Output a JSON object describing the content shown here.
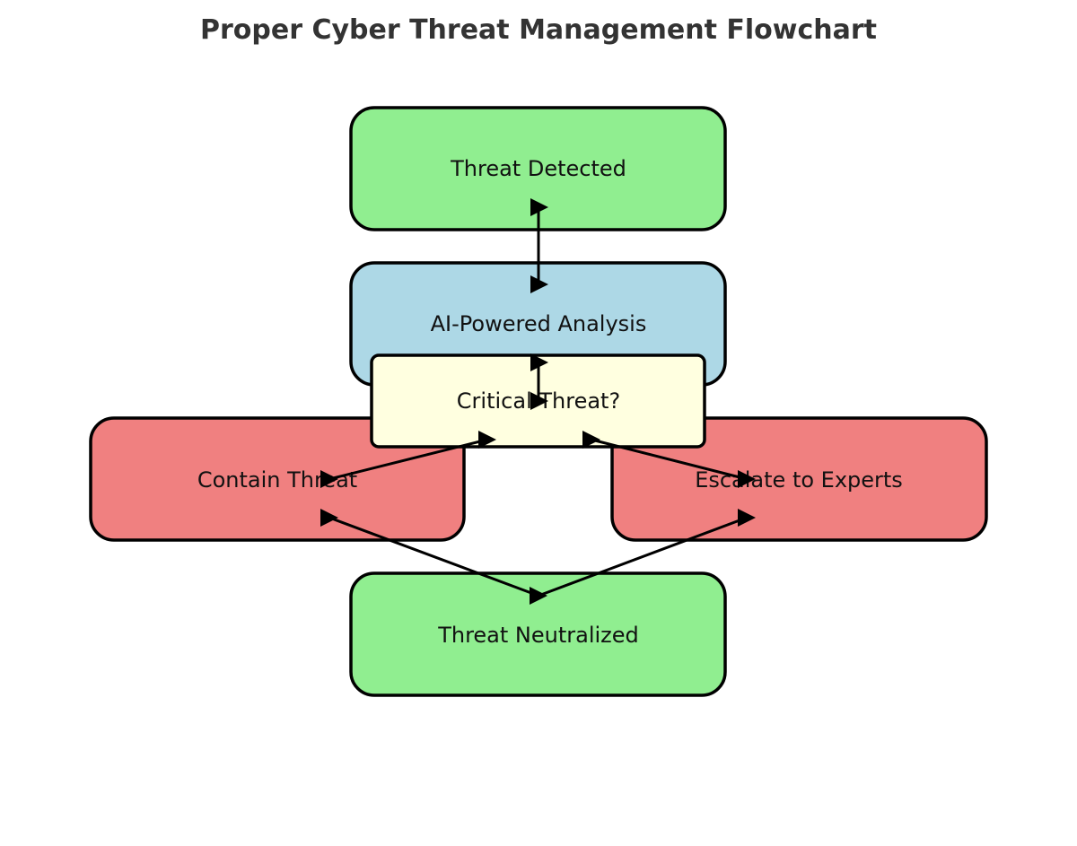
{
  "title": "Proper Cyber Threat Management Flowchart",
  "colors": {
    "start_end": "#90ee90",
    "analysis": "#add8e6",
    "decision": "#ffffe0",
    "action": "#f08080",
    "stroke": "#000000",
    "title": "#333333"
  },
  "nodes": {
    "threat_detected": {
      "label": "Threat Detected",
      "color": "#90ee90"
    },
    "ai_analysis": {
      "label": "AI-Powered Analysis",
      "color": "#add8e6"
    },
    "critical_threat": {
      "label": "Critical Threat?",
      "color": "#ffffe0"
    },
    "contain_threat": {
      "label": "Contain Threat",
      "color": "#f08080"
    },
    "escalate_experts": {
      "label": "Escalate to Experts",
      "color": "#f08080"
    },
    "threat_neutralized": {
      "label": "Threat Neutralized",
      "color": "#90ee90"
    }
  },
  "edges": [
    {
      "from": "threat_detected",
      "to": "ai_analysis"
    },
    {
      "from": "ai_analysis",
      "to": "critical_threat"
    },
    {
      "from": "critical_threat",
      "to": "contain_threat"
    },
    {
      "from": "critical_threat",
      "to": "escalate_experts"
    },
    {
      "from": "contain_threat",
      "to": "threat_neutralized"
    },
    {
      "from": "escalate_experts",
      "to": "threat_neutralized"
    }
  ]
}
